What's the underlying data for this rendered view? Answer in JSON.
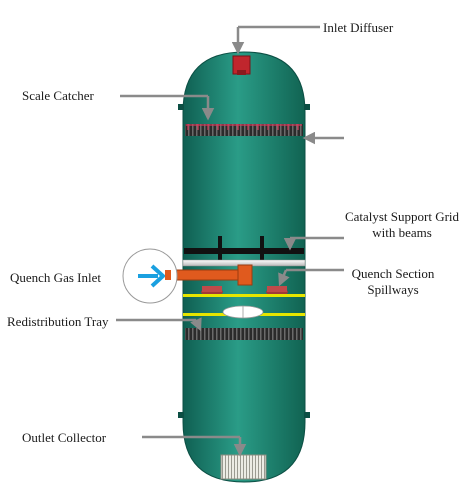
{
  "labels": {
    "inlet_diffuser": "Inlet Diffuser",
    "scale_catcher": "Scale Catcher",
    "catalyst_grid_line1": "Catalyst Support Grid",
    "catalyst_grid_line2": "with beams",
    "quench_gas_inlet": "Quench Gas Inlet",
    "quench_spillways_line1": "Quench Section",
    "quench_spillways_line2": "Spillways",
    "redistribution_tray": "Redistribution Tray",
    "outlet_collector": "Outlet Collector"
  },
  "colors": {
    "vessel": "#1f8a78",
    "vessel_dark": "#0f5f52",
    "vessel_light": "#3fae99",
    "arrow_gray": "#8a8a8a",
    "inlet_red": "#c0262d",
    "quench_pipe": "#e05a1e",
    "quench_arrow": "#1aa0e0",
    "spillway": "#c04a4a",
    "tray_yellow": "#e6e600",
    "collector": "#e8e8e0"
  }
}
